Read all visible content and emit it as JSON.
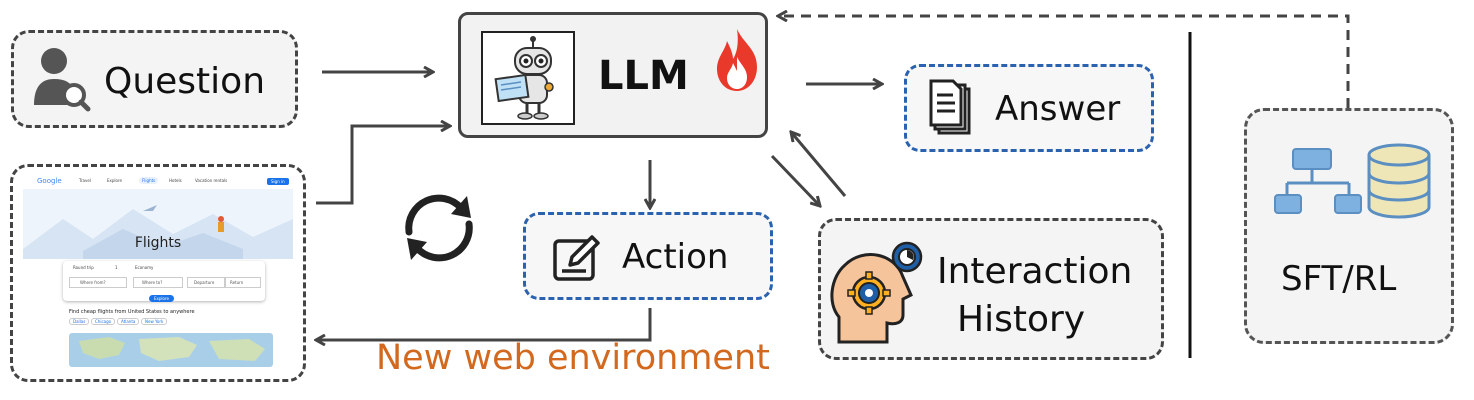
{
  "nodes": {
    "question": "Question",
    "llm": "LLM",
    "answer": "Answer",
    "action": "Action",
    "history_line1": "Interaction",
    "history_line2": "History",
    "training": "SFT/RL"
  },
  "edge_label": "New web environment",
  "screenshot": {
    "logo": "Google",
    "nav": [
      "Travel",
      "Explore",
      "Flights",
      "Hotels",
      "Vacation rentals"
    ],
    "signin": "Sign in",
    "title": "Flights",
    "trip": "Round trip",
    "passengers": "1",
    "class": "Economy",
    "from_placeholder": "Where from?",
    "to_placeholder": "Where to?",
    "departure": "Departure",
    "return": "Return",
    "explore": "Explore",
    "cheap": "Find cheap flights from United States to anywhere",
    "cities": [
      "Dallas",
      "Chicago",
      "Atlanta",
      "New York"
    ]
  },
  "colors": {
    "edge": "#444444",
    "blue_dash": "#2b62b0",
    "label_orange": "#d2691e",
    "fire": "#e8392b"
  }
}
